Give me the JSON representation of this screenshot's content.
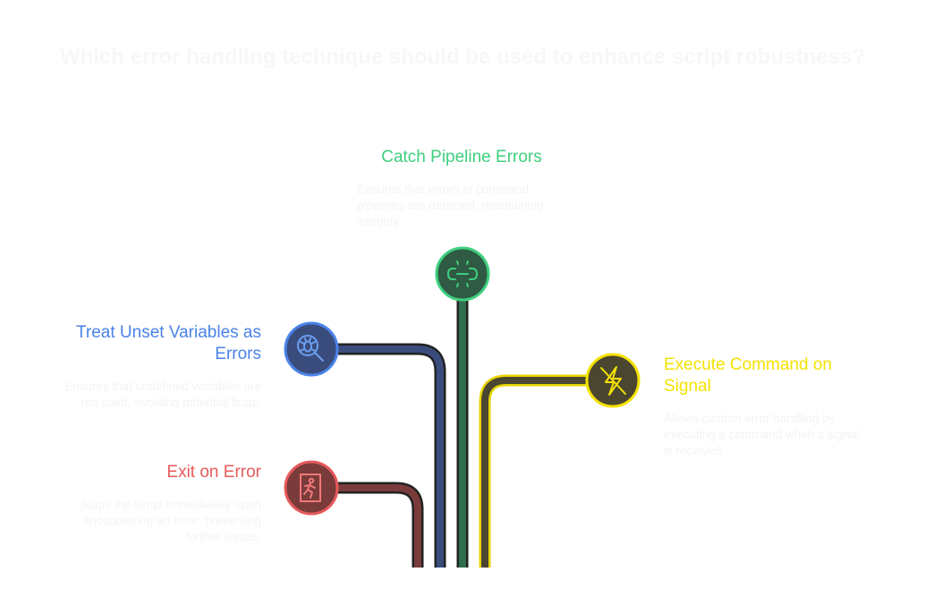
{
  "title": "Which error handling technique should be used to enhance script robustness?",
  "options": {
    "catch_pipeline": {
      "title": "Catch Pipeline Errors",
      "description": "Ensures that errors in command pipelines are detected, maintaining integrity.",
      "icon": "broken-link-icon",
      "color": "#3ecf7e"
    },
    "unset_vars": {
      "title": "Treat Unset Variables as Errors",
      "description": "Ensures that undefined variables are not used, avoiding potential bugs.",
      "icon": "bug-search-icon",
      "color": "#4a83e8"
    },
    "exec_signal": {
      "title": "Execute Command on Signal",
      "description": "Allows custom error handling by executing a command when a signal is received.",
      "icon": "lightning-off-icon",
      "color": "#f4e200"
    },
    "exit_error": {
      "title": "Exit on Error",
      "description": "Stops the script immediately upon encountering an error, preventing further issues.",
      "icon": "exit-door-icon",
      "color": "#e55a5a"
    }
  }
}
